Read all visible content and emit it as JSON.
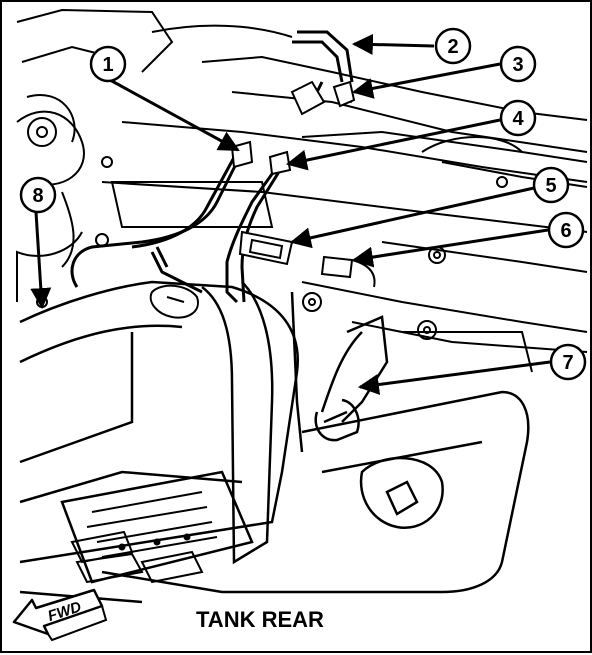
{
  "caption": "TANK REAR",
  "fwd_label": "FWD",
  "callouts": [
    "1",
    "2",
    "3",
    "4",
    "5",
    "6",
    "7",
    "8"
  ]
}
